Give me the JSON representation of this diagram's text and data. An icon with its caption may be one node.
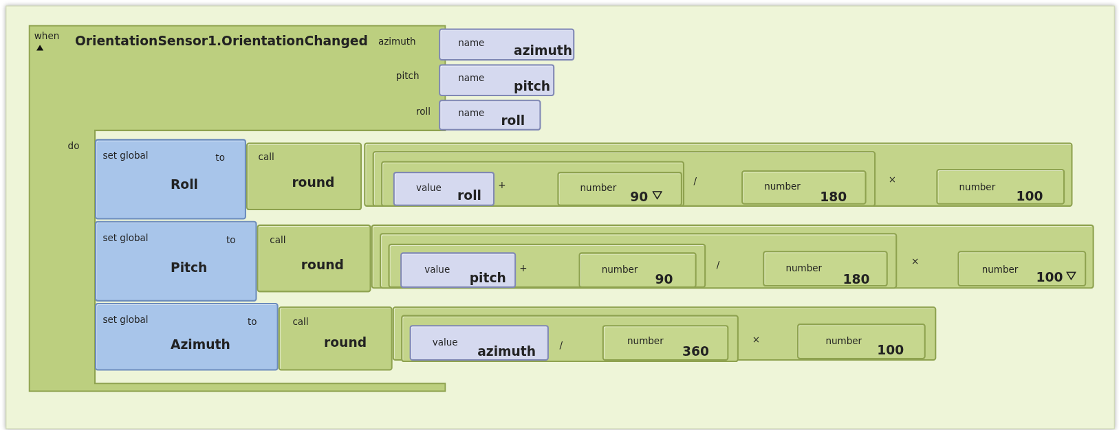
{
  "diagram": {
    "nodes": [
      {
        "text": [
          "when",
          "OrientationSensor1.OrientationChanged",
          "azimuth",
          "pitch",
          "roll",
          "do"
        ]
      },
      {
        "text": [
          "name",
          "azimuth"
        ]
      },
      {
        "text": [
          "name",
          "pitch"
        ]
      },
      {
        "text": [
          "name",
          "roll"
        ]
      },
      {
        "text": [
          "set global",
          "Roll",
          "to"
        ],
        "in": 0
      },
      {
        "text": [
          "call",
          "round"
        ],
        "in": 0
      },
      {
        "text": [
          "×"
        ]
      },
      {
        "text": [
          "/"
        ],
        "in": 6
      },
      {
        "text": [
          "+"
        ],
        "in": 7
      },
      {
        "text": [
          "value",
          "roll"
        ],
        "in": 8
      },
      {
        "text": [
          "number",
          "90"
        ],
        "in": 8
      },
      {
        "text": [
          "number",
          "180"
        ],
        "in": 7
      },
      {
        "text": [
          "number",
          "100"
        ],
        "in": 6
      },
      {
        "text": [
          "set global",
          "Pitch",
          "to"
        ],
        "in": 0
      },
      {
        "text": [
          "call",
          "round"
        ],
        "in": 0
      },
      {
        "text": [
          "×"
        ]
      },
      {
        "text": [
          "/"
        ],
        "in": 15
      },
      {
        "text": [
          "+"
        ],
        "in": 16
      },
      {
        "text": [
          "value",
          "pitch"
        ],
        "in": 17
      },
      {
        "text": [
          "number",
          "90"
        ],
        "in": 17
      },
      {
        "text": [
          "number",
          "180"
        ],
        "in": 16
      },
      {
        "text": [
          "number",
          "100"
        ],
        "in": 15
      },
      {
        "text": [
          "set global",
          "Azimuth",
          "to"
        ],
        "in": 0
      },
      {
        "text": [
          "call",
          "round"
        ],
        "in": 0
      },
      {
        "text": [
          "×"
        ]
      },
      {
        "text": [
          "/"
        ],
        "in": 24
      },
      {
        "text": [
          "value",
          "azimuth"
        ],
        "in": 25
      },
      {
        "text": [
          "number",
          "360"
        ],
        "in": 25
      },
      {
        "text": [
          "number",
          "100"
        ],
        "in": 24
      }
    ],
    "edges": []
  }
}
